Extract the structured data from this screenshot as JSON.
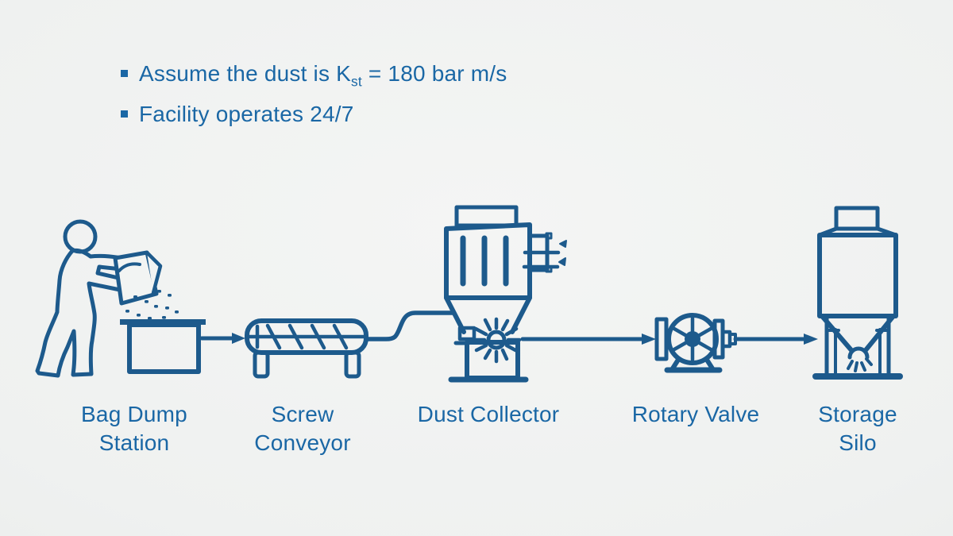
{
  "notes": {
    "items": [
      {
        "prefix": "Assume the dust is K",
        "subscript": "st",
        "suffix": " = 180 bar m/s"
      },
      {
        "prefix": "Facility operates 24/7",
        "subscript": "",
        "suffix": ""
      }
    ]
  },
  "process": {
    "steps": [
      {
        "id": "bag-dump-station",
        "label": "Bag Dump\nStation"
      },
      {
        "id": "screw-conveyor",
        "label": "Screw\nConveyor"
      },
      {
        "id": "dust-collector",
        "label": "Dust Collector"
      },
      {
        "id": "rotary-valve",
        "label": "Rotary Valve"
      },
      {
        "id": "storage-silo",
        "label": "Storage\nSilo"
      }
    ]
  },
  "colors": {
    "stroke": "#1d5a8c",
    "text": "#1a67a5"
  }
}
